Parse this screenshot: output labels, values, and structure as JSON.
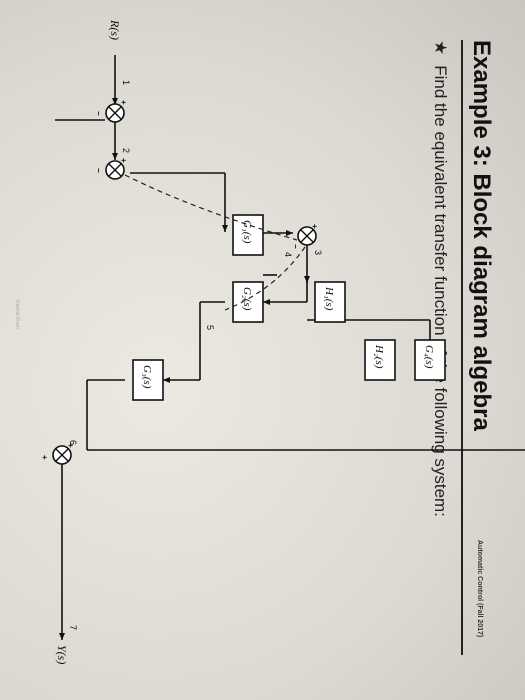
{
  "header": {
    "course": "Automatic Control (Fall 2017)",
    "title": "Example 3: Block diagram algebra"
  },
  "question": {
    "bullet": "★",
    "text": "Find the equivalent transfer function of the following system:"
  },
  "footer": {
    "author": "Rashid Khan"
  },
  "diagram": {
    "input": "R(s)",
    "output": "Y(s)",
    "blocks": {
      "g1": "G₁(s)",
      "g2": "G₂(s)",
      "g3": "G₃(s)",
      "g4": "G₄(s)",
      "h1": "H₁(s)",
      "h2": "H₂(s)"
    },
    "points": {
      "p1": "1",
      "p2": "2",
      "p3": "3",
      "p4": "4",
      "p5": "5",
      "p6": "6",
      "p7": "7"
    },
    "signs": {
      "s1_plus": "+",
      "s1_minus": "−",
      "s2_plus": "+",
      "s2_minus": "−",
      "s3_plus": "+",
      "s3_minus": "−",
      "s4_plus": "+",
      "s4_plus2": "+"
    }
  }
}
